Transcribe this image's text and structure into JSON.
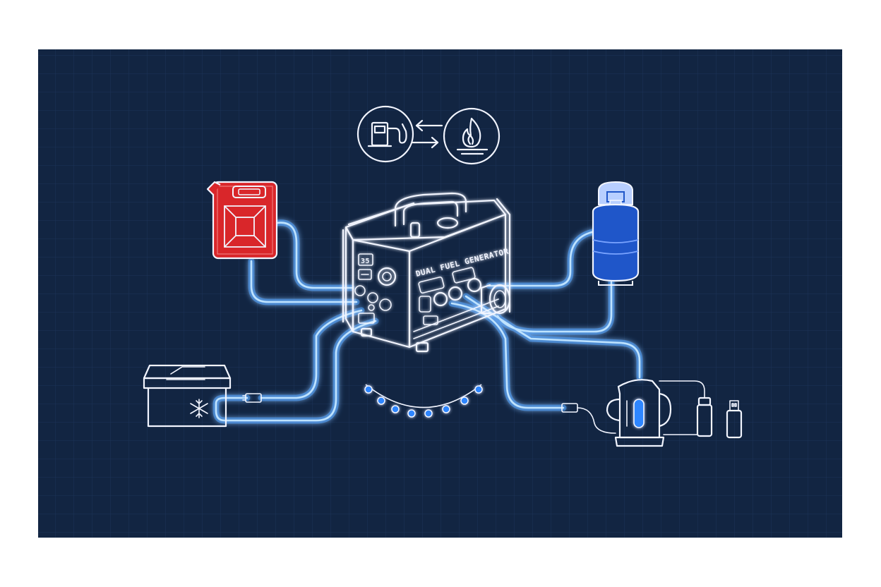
{
  "colors": {
    "page_background": "#ffffff",
    "panel_background": "#122542",
    "grid_line": "#1c3458",
    "cable_glow": "#4aa3ff",
    "cable_core": "#bfe3ff",
    "outline": "#f2f5ff",
    "jerrycan_red": "#d9262a",
    "propane_blue": "#1f56c9",
    "string_light_blue": "#2f86ff"
  },
  "diagram": {
    "fuel_switch": {
      "left_icon": "gasoline-pump-icon",
      "arrows_icon": "bidirectional-arrows-icon",
      "right_icon": "propane-flame-icon"
    },
    "generator": {
      "icon": "dual-fuel-generator-icon",
      "panel_label": "DUAL FUEL GENERATOR"
    },
    "fuel_sources": [
      {
        "id": "gasoline",
        "icon": "gasoline-jerrycan-icon",
        "color": "#d9262a"
      },
      {
        "id": "propane",
        "icon": "propane-tank-icon",
        "color": "#1f56c9"
      }
    ],
    "appliances": [
      {
        "id": "cooler",
        "icon": "electric-cooler-icon"
      },
      {
        "id": "string-lights",
        "icon": "string-lights-icon"
      },
      {
        "id": "kettle",
        "icon": "electric-kettle-icon"
      },
      {
        "id": "phone-charger",
        "icon": "phone-charger-icon"
      },
      {
        "id": "usb-drive",
        "icon": "usb-device-icon"
      }
    ]
  }
}
